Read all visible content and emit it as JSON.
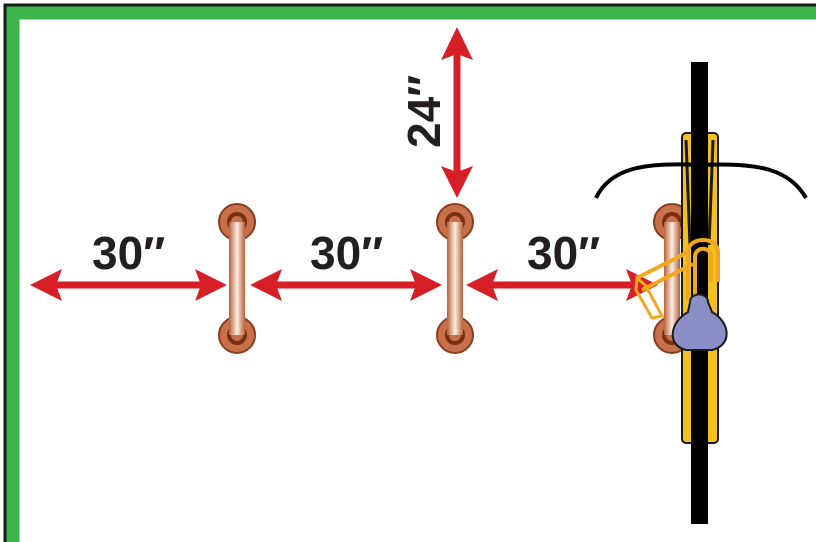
{
  "colors": {
    "border": "#3cb54a",
    "border_outline": "#1a1a1a",
    "arrow": "#d71f27",
    "text": "#231f20",
    "rack_fill": "#c7704a",
    "rack_outline": "#8a3d1f",
    "rack_highlight": "#f7e6d8",
    "bike_frame": "#000000",
    "bike_fender": "#f2c11d",
    "saddle": "#8c8fc7",
    "lock": "#f2a81d"
  },
  "labels": {
    "top_clearance": "24″",
    "wall_to_rack": "30″",
    "rack_to_rack": "30″",
    "rack_to_bike": "30″"
  }
}
